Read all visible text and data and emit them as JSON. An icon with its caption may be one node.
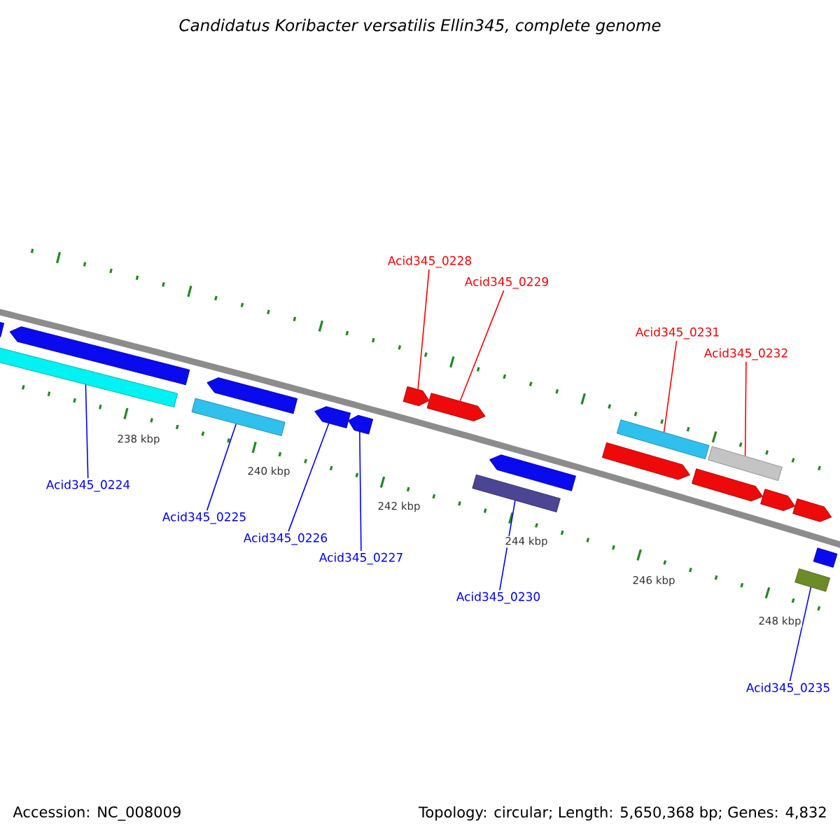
{
  "diagram": {
    "title": "Candidatus Koribacter versatilis Ellin345, complete genome",
    "nodes": [
      {
        "text": [
          "Acid345_0224"
        ]
      },
      {
        "text": [
          "Acid345_0225"
        ]
      },
      {
        "text": [
          "Acid345_0226"
        ]
      },
      {
        "text": [
          "Acid345_0227"
        ]
      },
      {
        "text": [
          "Acid345_0228"
        ]
      },
      {
        "text": [
          "Acid345_0229"
        ]
      },
      {
        "text": [
          "Acid345_0230"
        ]
      },
      {
        "text": [
          "Acid345_0231"
        ]
      },
      {
        "text": [
          "Acid345_0232"
        ]
      },
      {
        "text": [
          "Acid345_0235"
        ]
      },
      {
        "text": [],
        "shape": "bar"
      },
      {
        "text": [],
        "shape": "pentagon"
      },
      {
        "text": [],
        "shape": "bar"
      },
      {
        "text": [],
        "shape": "pentagon"
      },
      {
        "text": [],
        "shape": "bar"
      },
      {
        "text": [],
        "shape": "pentagon"
      },
      {
        "text": [],
        "shape": "pentagon"
      },
      {
        "text": [],
        "shape": "pentagon"
      },
      {
        "text": [],
        "shape": "pentagon"
      },
      {
        "text": [],
        "shape": "pentagon"
      },
      {
        "text": [],
        "shape": "bar"
      },
      {
        "text": [],
        "shape": "bar"
      },
      {
        "text": [],
        "shape": "pentagon"
      },
      {
        "text": [],
        "shape": "bar"
      },
      {
        "text": [],
        "shape": "pentagon"
      },
      {
        "text": [],
        "shape": "pentagon"
      },
      {
        "text": [],
        "shape": "pentagon"
      },
      {
        "text": [],
        "shape": "bar"
      },
      {
        "text": [],
        "shape": "bar"
      }
    ],
    "edges": [
      {
        "from": 0,
        "to": 12,
        "arrow": "none"
      },
      {
        "from": 1,
        "to": 14,
        "arrow": "none"
      },
      {
        "from": 2,
        "to": 15,
        "arrow": "none"
      },
      {
        "from": 3,
        "to": 16,
        "arrow": "none"
      },
      {
        "from": 4,
        "to": 17,
        "arrow": "none",
        "color": "#ff0000"
      },
      {
        "from": 5,
        "to": 18,
        "arrow": "none",
        "color": "#ff0000"
      },
      {
        "from": 6,
        "to": 20,
        "arrow": "none"
      },
      {
        "from": 7,
        "to": 21,
        "arrow": "none",
        "color": "#ff0000"
      },
      {
        "from": 8,
        "to": 23,
        "arrow": "none",
        "color": "#ff0000"
      },
      {
        "from": 9,
        "to": 28,
        "arrow": "none"
      }
    ],
    "labels": [
      "238 kbp",
      "240 kbp",
      "242 kbp",
      "244 kbp",
      "246 kbp",
      "248 kbp",
      "Accession: NC_008009",
      "Topology: circular; Length: 5,650,368 bp; Genes: 4,832"
    ]
  }
}
